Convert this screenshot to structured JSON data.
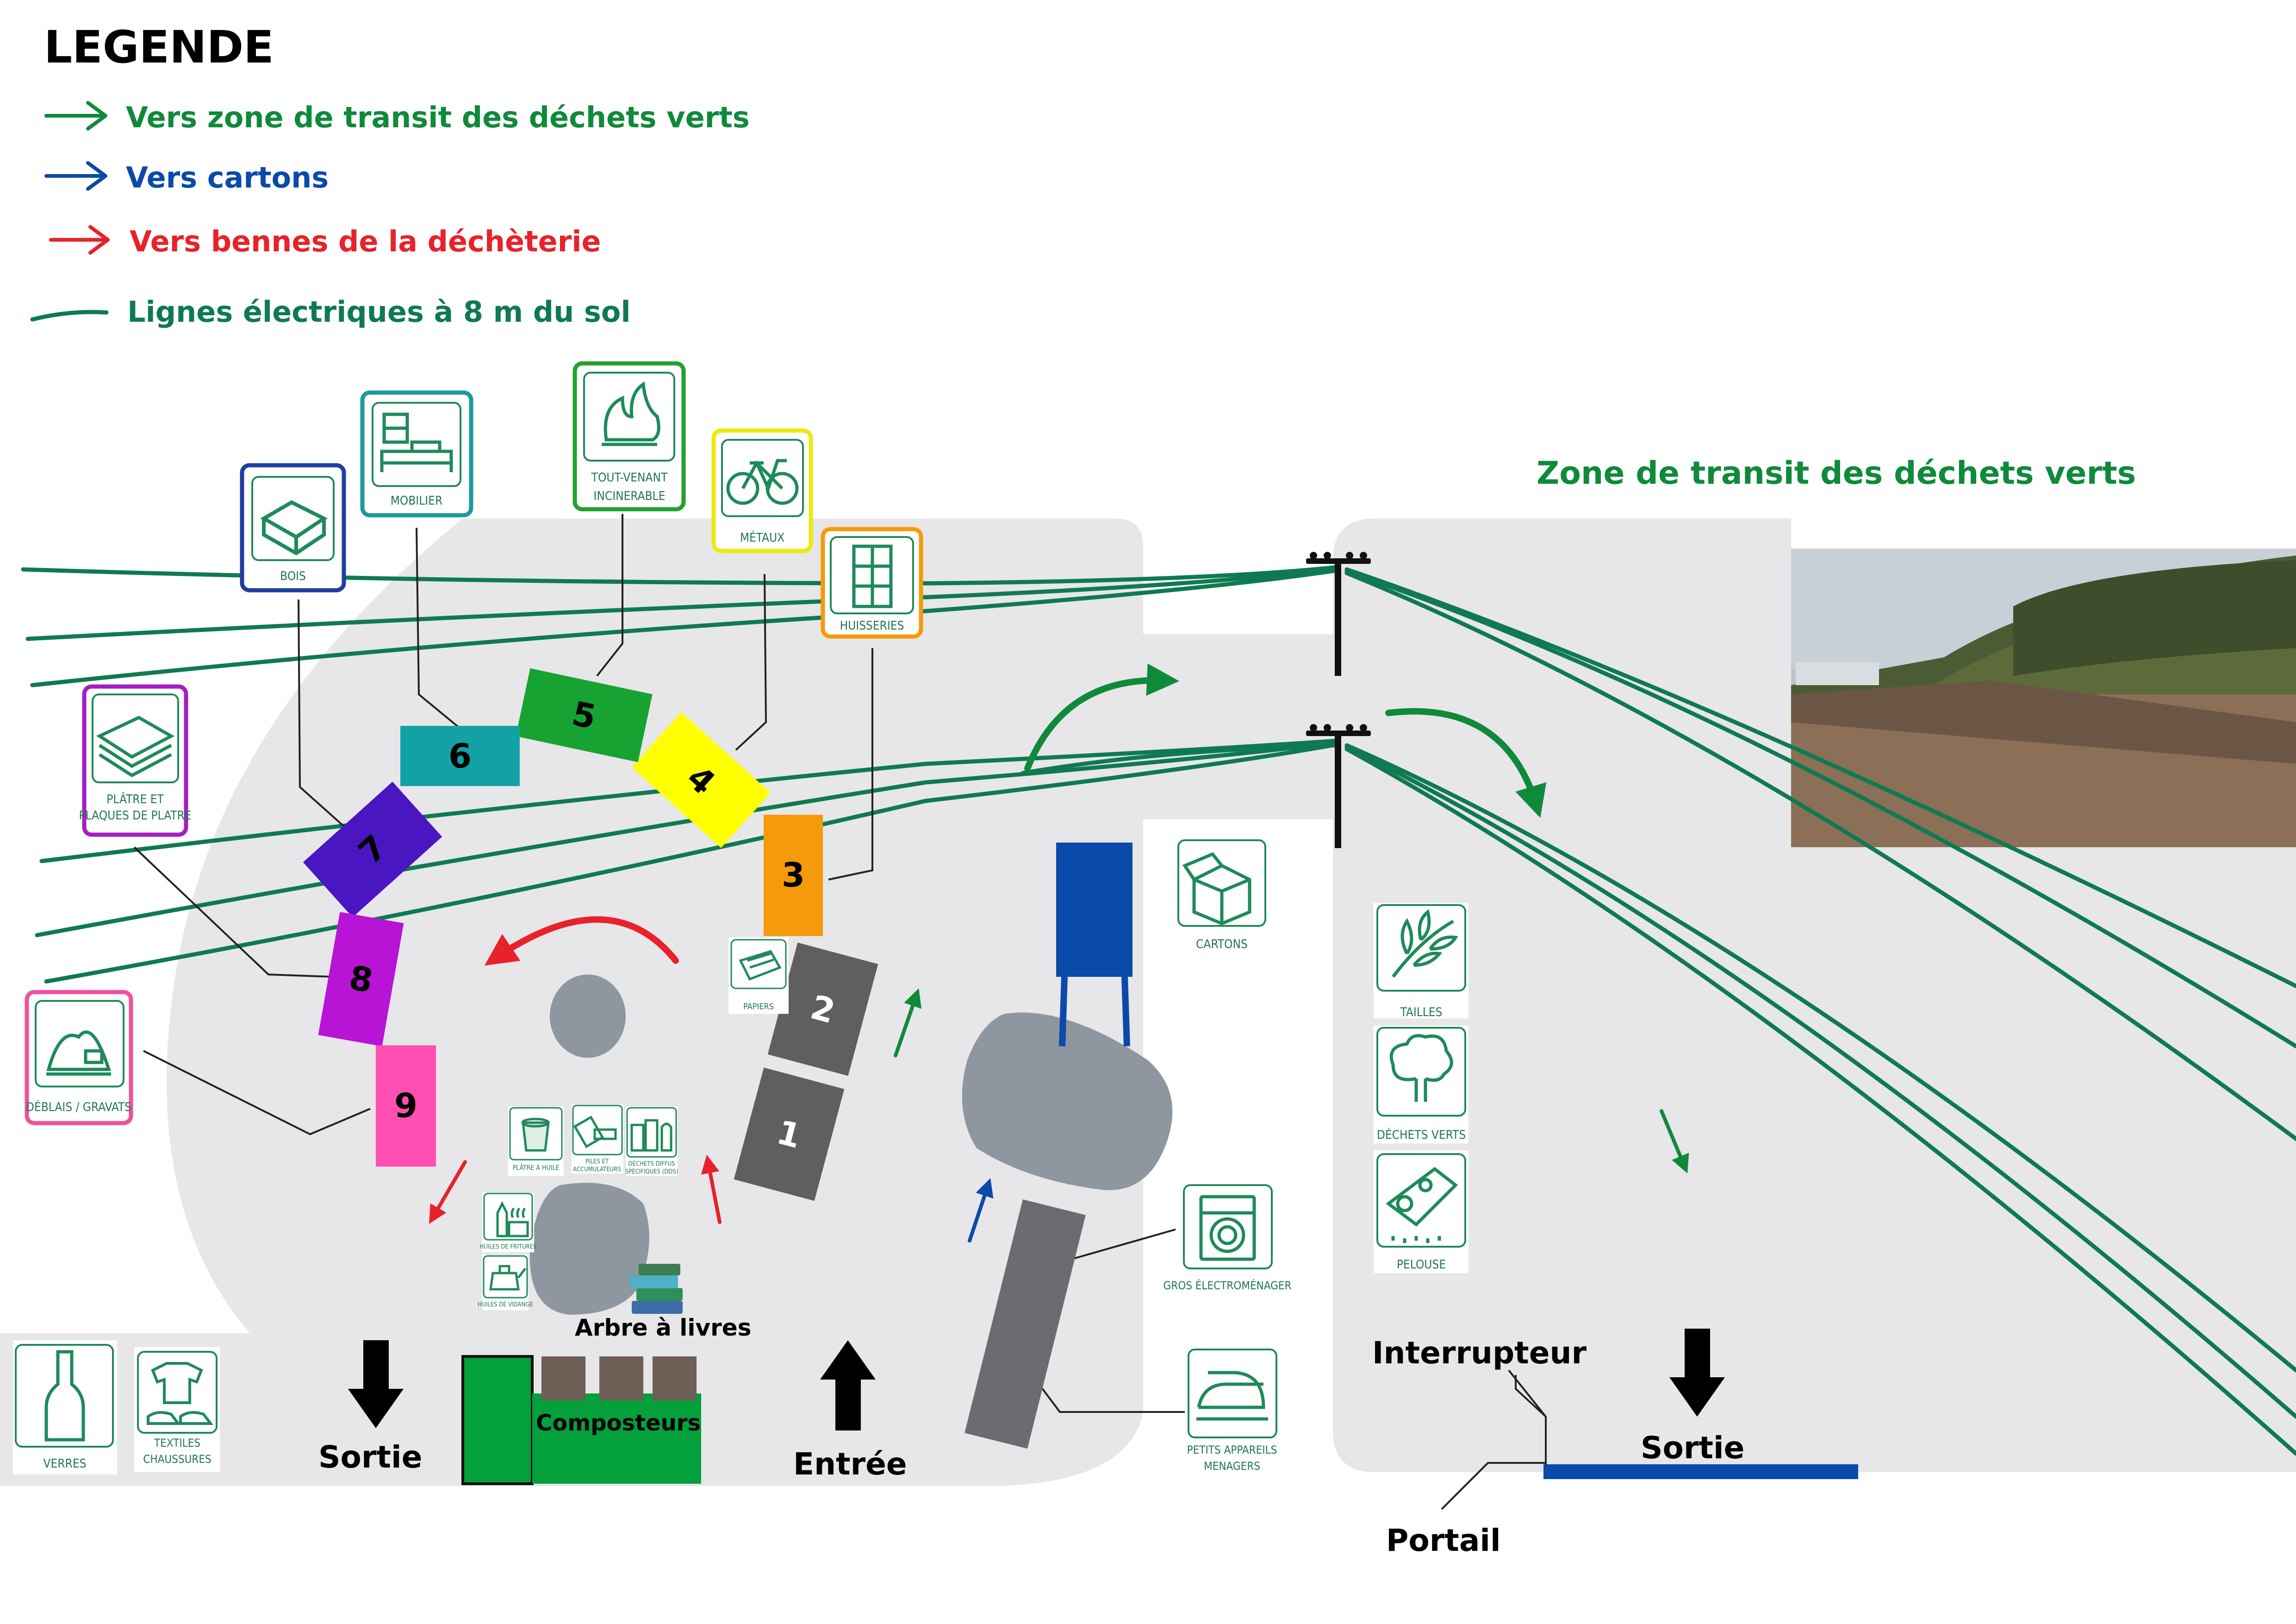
{
  "legend": {
    "title": "LEGENDE",
    "items": [
      {
        "label": "Vers zone de transit des déchets verts",
        "color": "#0f8a3a",
        "symbol": "arrow"
      },
      {
        "label": "Vers cartons",
        "color": "#0a4aa8",
        "symbol": "arrow"
      },
      {
        "label": "Vers bennes de la déchèterie",
        "color": "#e8222a",
        "symbol": "arrow"
      },
      {
        "label": "Lignes électriques à 8 m du sol",
        "color": "#0f7a52",
        "symbol": "wire"
      }
    ]
  },
  "green_zone_title": "Zone de transit des déchets verts",
  "bins": [
    {
      "number": "1",
      "color": "#5f5f62"
    },
    {
      "number": "2",
      "color": "#5f5f62"
    },
    {
      "number": "3",
      "color": "#f59a0c"
    },
    {
      "number": "4",
      "color": "#ffff00"
    },
    {
      "number": "5",
      "color": "#16a332"
    },
    {
      "number": "6",
      "color": "#12a2a5"
    },
    {
      "number": "7",
      "color": "#4a16c2"
    },
    {
      "number": "8",
      "color": "#b714d5"
    },
    {
      "number": "9",
      "color": "#ff4fb3"
    }
  ],
  "signs": {
    "bois": {
      "label": "BOIS",
      "icon": "pallet-icon",
      "border": "#1e3f9f"
    },
    "mobilier": {
      "label": "MOBILIER",
      "icon": "furniture-icon",
      "border": "#1a9a9e"
    },
    "tout_venant": {
      "label_1": "TOUT-VENANT",
      "label_2": "INCINERABLE",
      "icon": "flame-icon",
      "border": "#23a02f"
    },
    "metaux": {
      "label": "MÉTAUX",
      "icon": "bicycle-icon",
      "border": "#eaea10"
    },
    "huisseries": {
      "label": "HUISSERIES",
      "icon": "window-icon",
      "border": "#f59a0c"
    },
    "platre": {
      "label_1": "PLÂTRE ET",
      "label_2": "PLAQUES DE PLATRE",
      "icon": "plasterboard-icon",
      "border": "#a41ec0"
    },
    "deblais": {
      "label": "DÉBLAIS / GRAVATS",
      "icon": "rubble-icon",
      "border": "#f0509e"
    },
    "papiers": {
      "label": "PAPIERS",
      "icon": "paper-icon"
    },
    "cartons": {
      "label": "CARTONS",
      "icon": "box-icon"
    },
    "gros_electro": {
      "label": "GROS ÉLECTROMÉNAGER",
      "icon": "washing-machine-icon"
    },
    "petits_appareils": {
      "label_1": "PETITS APPAREILS",
      "label_2": "MENAGERS",
      "icon": "iron-icon"
    },
    "tailles": {
      "label": "TAILLES",
      "icon": "branch-icon"
    },
    "dechets_verts": {
      "label": "DÉCHETS VERTS",
      "icon": "tree-icon"
    },
    "pelouse": {
      "label": "PELOUSE",
      "icon": "lawnmower-icon"
    },
    "verres": {
      "label": "VERRES",
      "icon": "bottle-icon"
    },
    "textiles": {
      "label_1": "TEXTILES",
      "label_2": "CHAUSSURES",
      "icon": "clothes-icon"
    },
    "platre_huile": {
      "label": "PLÂTRE À HUILE",
      "icon": "bucket-icon"
    },
    "piles": {
      "label_1": "PILES ET",
      "label_2": "ACCUMULATEURS",
      "icon": "battery-icon"
    },
    "dds": {
      "label_1": "DÉCHETS DIFFUS",
      "label_2": "SPÉCIFIQUES (DDS)",
      "icon": "chemicals-icon"
    },
    "huiles_friture": {
      "label": "HUILES DE FRITURES",
      "icon": "oil-bottle-icon"
    },
    "huiles_vidange": {
      "label": "HUILES DE VIDANGE",
      "icon": "oil-can-icon"
    }
  },
  "labels": {
    "arbre_a_livres": "Arbre à livres",
    "composteurs": "Composteurs",
    "sortie_left": "Sortie",
    "entree": "Entrée",
    "interrupteur": "Interrupteur",
    "sortie_right": "Sortie",
    "portail": "Portail"
  },
  "colors": {
    "ground": "#e7e6e8",
    "roundabout": "#8e979f",
    "wire": "#0f7a52",
    "gate": "#0a4aa8",
    "cartons_bin": "#0a4aa8",
    "composteur": "#6e5e55",
    "green_bin": "#04a03c"
  }
}
